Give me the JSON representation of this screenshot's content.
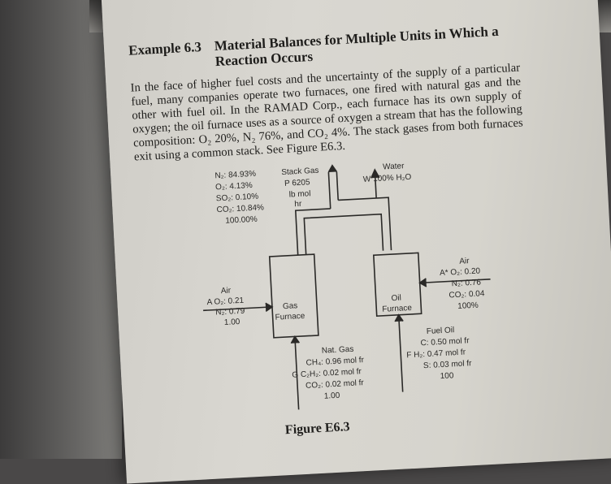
{
  "example": {
    "number": "Example 6.3",
    "title": "Material Balances for Multiple Units in Which a Reaction Occurs"
  },
  "paragraph": "In the face of higher fuel costs and the uncertainty of the supply of a particular fuel, many companies operate two furnaces, one fired with natural gas and the other with fuel oil. In the RAMAD Corp., each furnace has its own supply of oxygen; the oil furnace uses as a source of oxygen a stream that has the following composition: O₂ 20%, N₂ 76%, and CO₂ 4%. The stack gases from both furnaces exit using a common stack. See Figure E6.3.",
  "figure": {
    "stack_comp": [
      "N₂: 84.93%",
      "O₂: 4.13%",
      "SO₂: 0.10%",
      "CO₂: 10.84%",
      "100.00%"
    ],
    "stack_label": [
      "Stack Gas",
      "P 6205",
      "lb mol",
      "hr"
    ],
    "water_label": [
      "Water",
      "W 100% H₂O"
    ],
    "air_left": [
      "Air",
      "A O₂: 0.21",
      "N₂: 0.79",
      "1.00"
    ],
    "gas_furnace": [
      "Gas",
      "Furnace"
    ],
    "oil_furnace": [
      "Oil",
      "Furnace"
    ],
    "air_right": [
      "Air",
      "A* O₂: 0.20",
      "N₂: 0.76",
      "CO₂: 0.04",
      "100%"
    ],
    "nat_gas": [
      "Nat. Gas",
      "CH₄: 0.96 mol fr",
      "G C₂H₂: 0.02 mol fr",
      "CO₂: 0.02 mol fr",
      "1.00"
    ],
    "fuel_oil": [
      "Fuel Oil",
      "C: 0.50 mol fr",
      "F H₂: 0.47 mol fr",
      "S: 0.03 mol fr",
      "100"
    ],
    "caption": "Figure E6.3"
  }
}
